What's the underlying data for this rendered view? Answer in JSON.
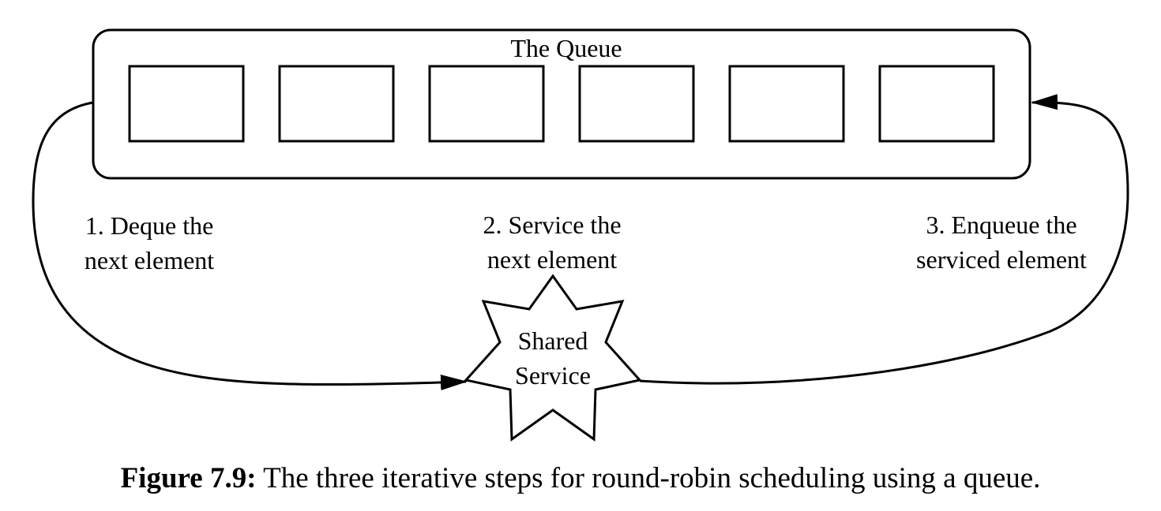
{
  "queue": {
    "title": "The Queue",
    "slot_count": 6
  },
  "steps": [
    {
      "line1": "1. Deque the",
      "line2": "next element"
    },
    {
      "line1": "2. Service the",
      "line2": "next element"
    },
    {
      "line1": "3. Enqueue the",
      "line2": "serviced element"
    }
  ],
  "service": {
    "line1": "Shared",
    "line2": "Service"
  },
  "caption": {
    "label": "Figure 7.9:",
    "text": "The three iterative steps for round-robin scheduling using a queue."
  }
}
